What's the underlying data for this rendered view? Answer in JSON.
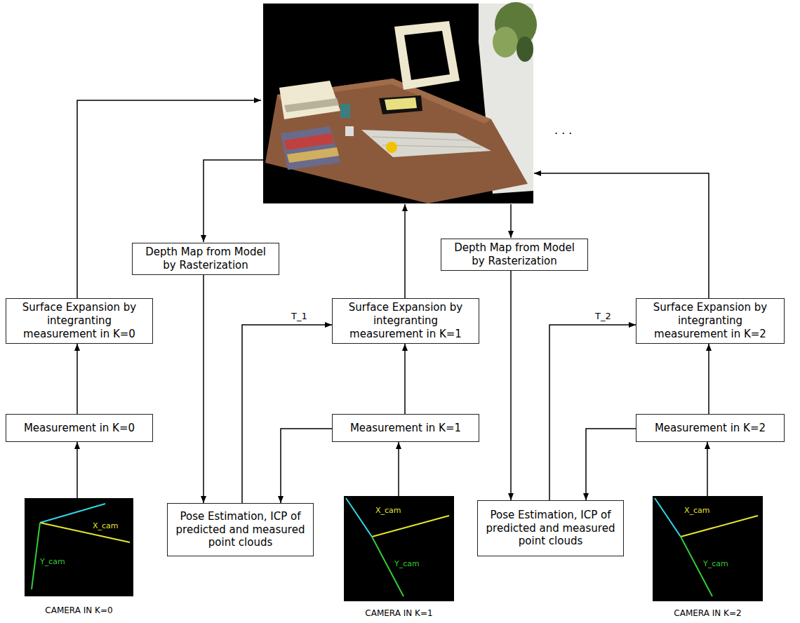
{
  "diagram": {
    "nodes": [
      {
        "text": [
          "Depth Map from Model by Rasterization"
        ]
      },
      {
        "text": [
          "Depth Map from Model by Rasterization"
        ]
      },
      {
        "text": [
          "Surface Expansion by integranting measurement in K=0"
        ]
      },
      {
        "text": [
          "Surface Expansion by integranting measurement in K=1"
        ]
      },
      {
        "text": [
          "Surface Expansion by integranting measurement in K=2"
        ]
      },
      {
        "text": [
          "Measurement in K=0"
        ]
      },
      {
        "text": [
          "Measurement in K=1"
        ]
      },
      {
        "text": [
          "Measurement in K=2"
        ]
      },
      {
        "text": [
          "Pose Estimation, ICP of predicted and measured point clouds"
        ]
      },
      {
        "text": [
          "Pose Estimation, ICP of predicted and measured point clouds"
        ]
      },
      {
        "text": [
          "X_cam",
          "Y_cam",
          "CAMERA IN K=0"
        ]
      },
      {
        "text": [
          "X_cam",
          "Y_cam",
          "CAMERA IN K=1"
        ]
      },
      {
        "text": [
          "X_cam",
          "Y_cam",
          "CAMERA IN K=2"
        ]
      }
    ],
    "edges": [
      {
        "from": 10,
        "to": 5,
        "arrow": "to"
      },
      {
        "from": 5,
        "to": 2,
        "arrow": "to"
      },
      {
        "from": 11,
        "to": 6,
        "arrow": "to"
      },
      {
        "from": 6,
        "to": 3,
        "arrow": "to"
      },
      {
        "from": 6,
        "to": 8,
        "arrow": "to"
      },
      {
        "from": 0,
        "to": 8,
        "arrow": "to"
      },
      {
        "from": 8,
        "to": 3,
        "label": "T_1",
        "arrow": "to"
      },
      {
        "from": 12,
        "to": 7,
        "arrow": "to"
      },
      {
        "from": 7,
        "to": 4,
        "arrow": "to"
      },
      {
        "from": 7,
        "to": 9,
        "arrow": "to"
      },
      {
        "from": 1,
        "to": 9,
        "arrow": "to"
      },
      {
        "from": 9,
        "to": 4,
        "label": "T_2",
        "arrow": "to"
      }
    ],
    "labels": [
      ". . ."
    ]
  }
}
